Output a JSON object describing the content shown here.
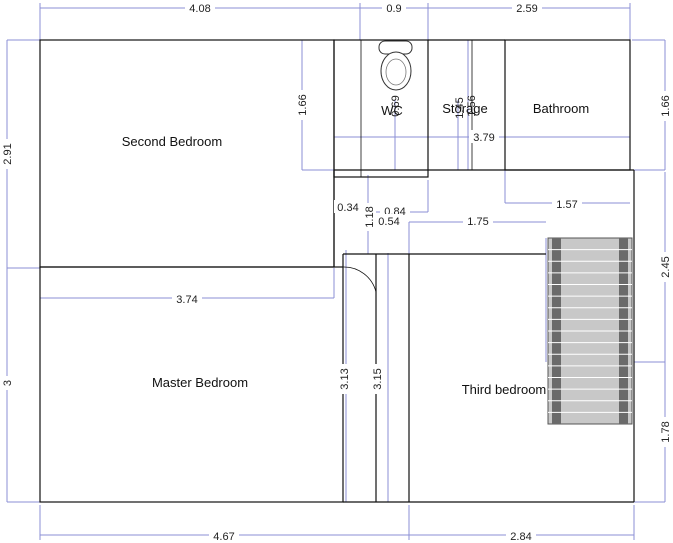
{
  "rooms": {
    "second_bedroom": "Second Bedroom",
    "master_bedroom": "Master Bedroom",
    "third_bedroom": "Third bedroom",
    "wc": "WC",
    "storage": "Storage",
    "bathroom": "Bathroom"
  },
  "dimensions": {
    "top_408": "4.08",
    "top_09": "0.9",
    "top_259": "2.59",
    "left_291": "2.91",
    "left_3": "3",
    "right_166": "1.66",
    "right_245": "2.45",
    "right_178": "1.78",
    "bottom_467": "4.67",
    "bottom_284": "2.84",
    "sb_166": "1.66",
    "wc_069": "0.69",
    "storage_145": "1.45",
    "storage_156": "1.56",
    "w_379": "3.79",
    "bath_157": "1.57",
    "hall_034": "0.34",
    "hall_084": "0.84",
    "hall_118": "1.18",
    "hall_054": "0.54",
    "hall_175": "1.75",
    "mb_374": "3.74",
    "mb_313": "3.13",
    "hall_315": "3.15"
  },
  "icons": {
    "toilet": "toilet-icon",
    "stairs": "stairs-icon",
    "door": "door-swing-icon"
  },
  "colors": {
    "walls": "#111111",
    "dimension_lines": "#8b8fd6",
    "stairs_fill": "#c8c8c8",
    "stairs_rail": "#6a6a6a"
  }
}
